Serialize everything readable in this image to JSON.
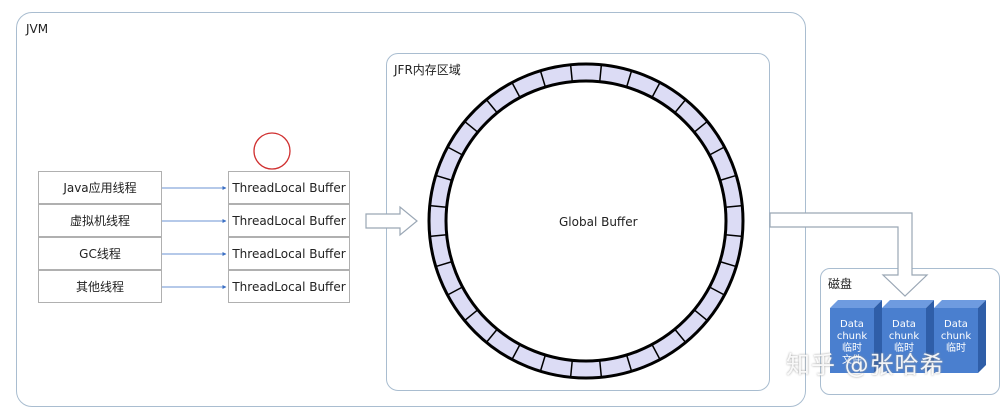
{
  "jvm": {
    "label": "JVM"
  },
  "threads": [
    {
      "name": "Java应用线程"
    },
    {
      "name": "虚拟机线程"
    },
    {
      "name": "GC线程"
    },
    {
      "name": "其他线程"
    }
  ],
  "buffers": [
    {
      "name": "ThreadLocal Buffer"
    },
    {
      "name": "ThreadLocal Buffer"
    },
    {
      "name": "ThreadLocal Buffer"
    },
    {
      "name": "ThreadLocal Buffer"
    }
  ],
  "jfr_memory": {
    "label": "JFR内存区域",
    "global_buffer": "Global Buffer",
    "ring_segments": 32
  },
  "disk": {
    "label": "磁盘",
    "chunks": [
      {
        "l1": "Data",
        "l2": "chunk",
        "l3": "临时",
        "l4": "文件"
      },
      {
        "l1": "Data",
        "l2": "chunk",
        "l3": "临时",
        "l4": ""
      },
      {
        "l1": "Data",
        "l2": "chunk",
        "l3": "临时",
        "l4": ""
      }
    ]
  },
  "watermark": "知乎 @张哈希",
  "colors": {
    "frame_border": "#a9bdd0",
    "ring_fill": "#dcdcf5",
    "ring_stroke": "#000000",
    "arrow_blue": "#3a6fc4",
    "highlight_circle": "#d03030",
    "chunk_front": "#4a7fcf",
    "chunk_side": "#2f5ea8",
    "chunk_top": "#6e9be0"
  }
}
